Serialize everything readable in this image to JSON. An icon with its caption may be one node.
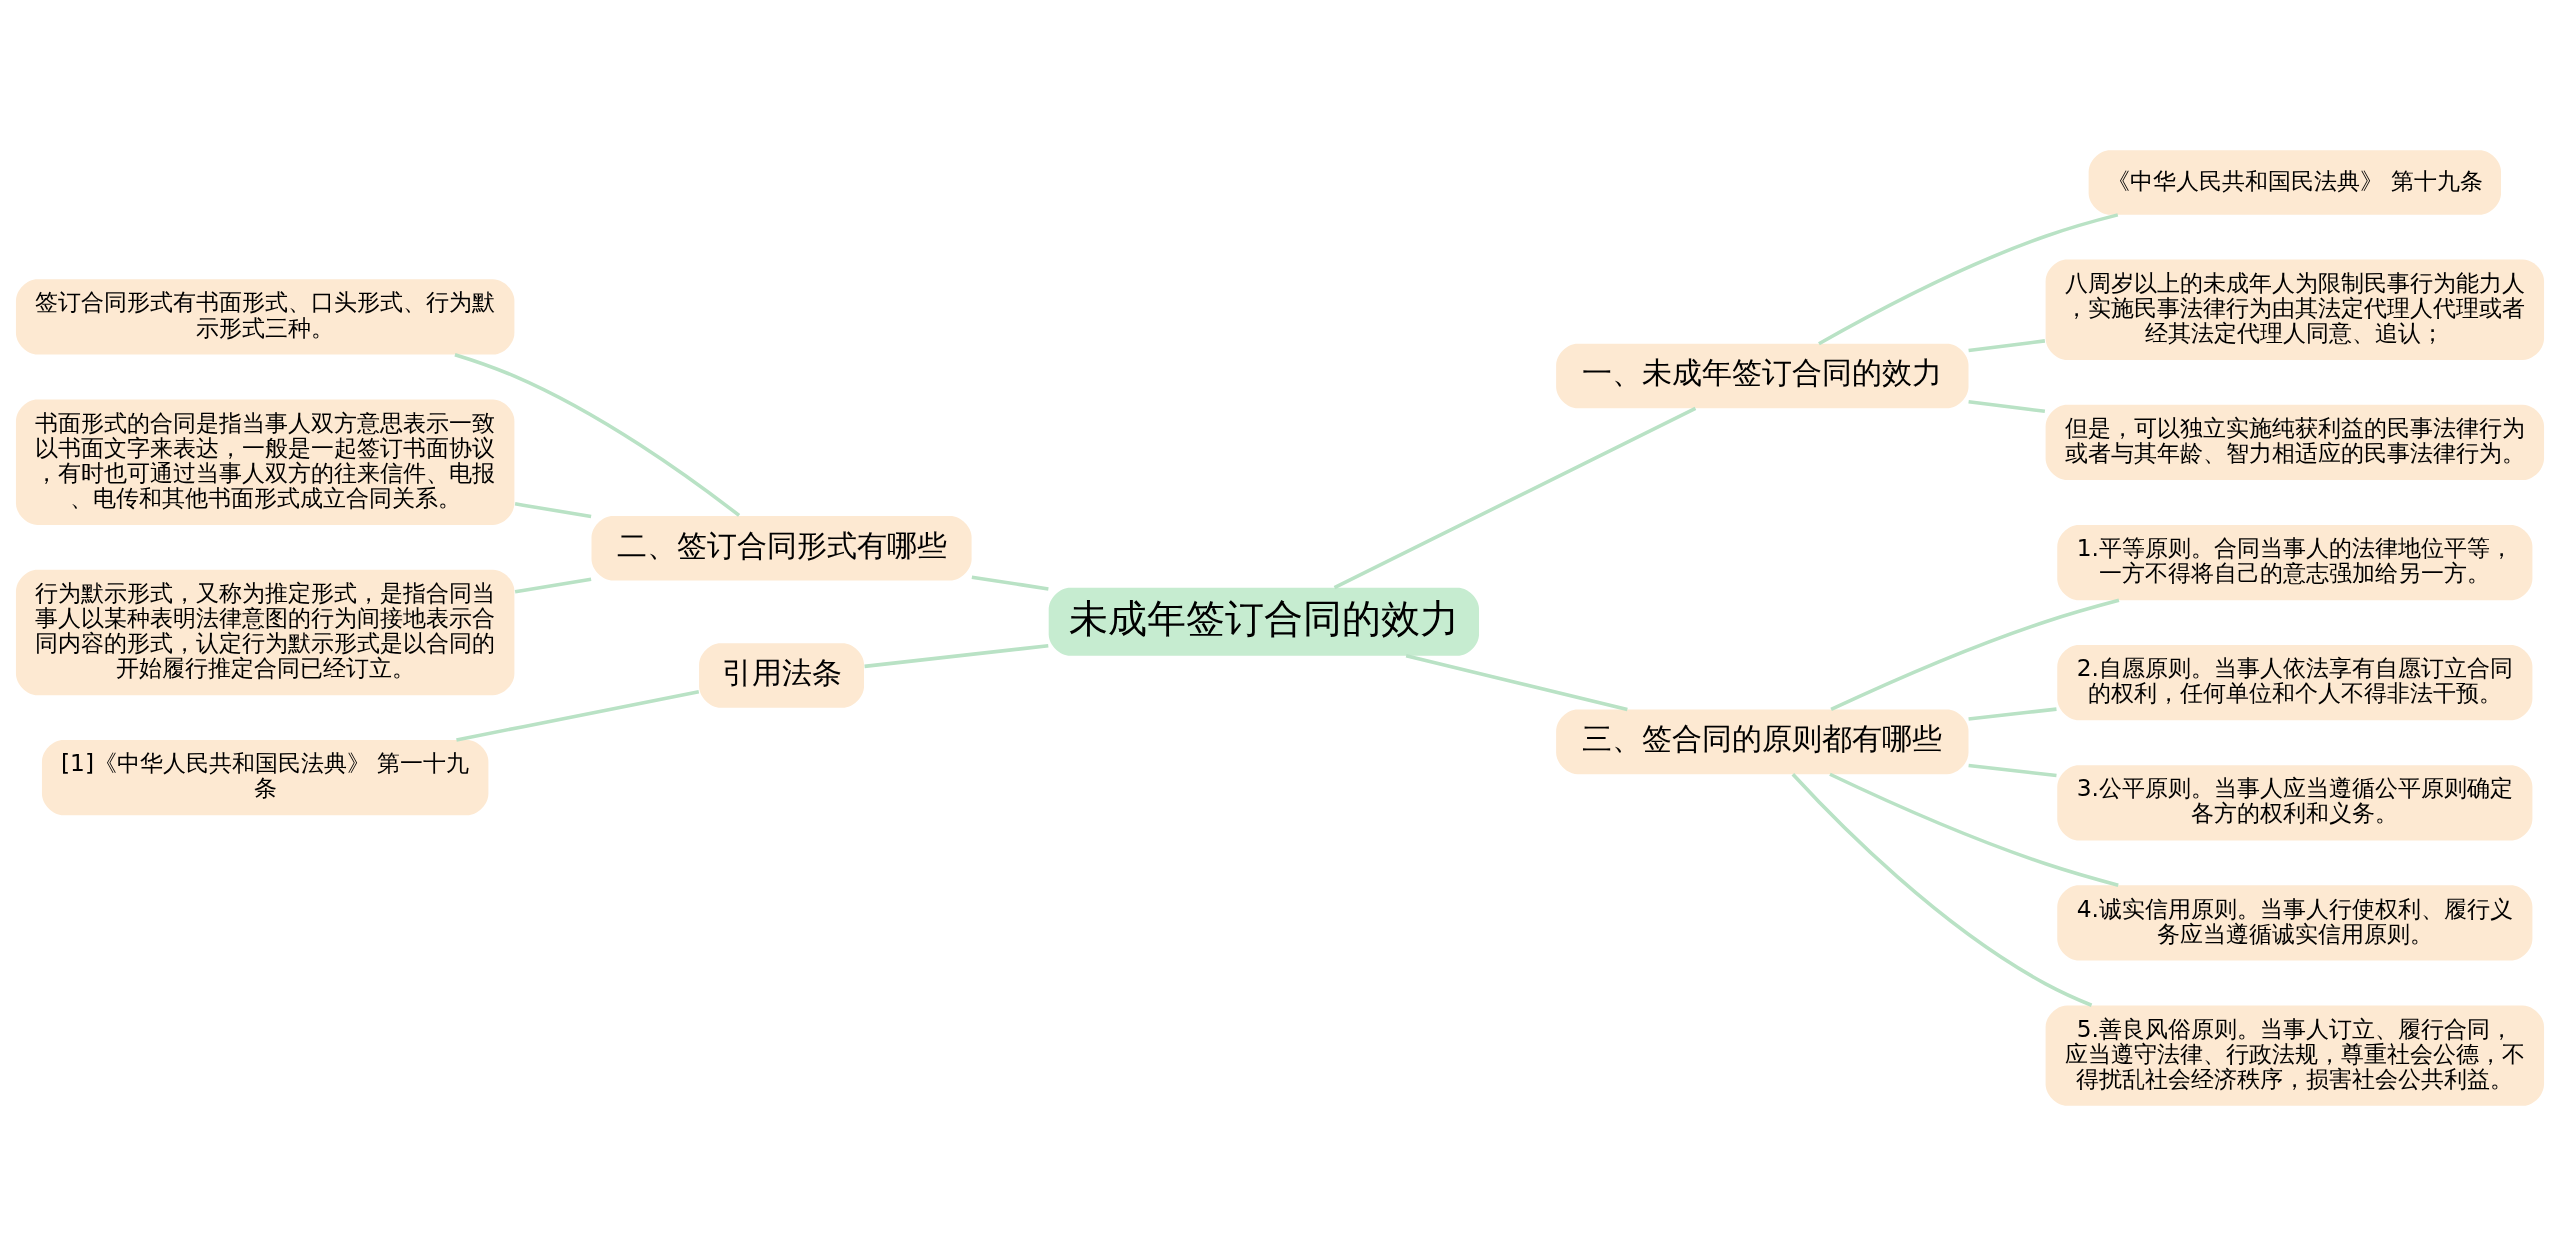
{
  "diagram": {
    "nodes": [
      {
        "text": [
          "未成年签订合同的效力"
        ]
      },
      {
        "text": [
          "二、签订合同形式有哪些"
        ]
      },
      {
        "text": [
          "签订合同形式有书面形式、口头形式、行为默示形式三种。"
        ]
      },
      {
        "text": [
          "书面形式的合同是指当事人双方意思表示一致以书面文字来表达，一般是一起签订书面协议，有时也可通过当事人双方的往来信件、电报、电传和其他书面形式成立合同关系。"
        ]
      },
      {
        "text": [
          "行为默示形式，又称为推定形式，是指合同当事人以某种表明法律意图的行为间接地表示合同内容的形式，认定行为默示形式是以合同的开始履行推定合同已经订立。"
        ]
      },
      {
        "text": [
          "引用法条"
        ]
      },
      {
        "text": [
          "[1]《中华人民共和国民法典》 第一十九条"
        ]
      },
      {
        "text": [
          "一、未成年签订合同的效力"
        ]
      },
      {
        "text": [
          "《中华人民共和国民法典》 第十九条"
        ]
      },
      {
        "text": [
          "八周岁以上的未成年人为限制民事行为能力人，实施民事法律行为由其法定代理人代理或者经其法定代理人同意、追认；"
        ]
      },
      {
        "text": [
          "但是，可以独立实施纯获利益的民事法律行为或者与其年龄、智力相适应的民事法律行为。"
        ]
      },
      {
        "text": [
          "三、签合同的原则都有哪些"
        ]
      },
      {
        "text": [
          "1.平等原则。合同当事人的法律地位平等，一方不得将自己的意志强加给另一方。"
        ]
      },
      {
        "text": [
          "2.自愿原则。当事人依法享有自愿订立合同的权利，任何单位和个人不得非法干预。"
        ]
      },
      {
        "text": [
          "3.公平原则。当事人应当遵循公平原则确定各方的权利和义务。"
        ]
      },
      {
        "text": [
          "4.诚实信用原则。当事人行使权利、履行义务应当遵循诚实信用原则。"
        ]
      },
      {
        "text": [
          "5.善良风俗原则。当事人订立、履行合同，应当遵守法律、行政法规，尊重社会公德，不得扰乱社会经济秩序，损害社会公共利益。"
        ]
      }
    ],
    "edges": [
      {
        "from": 0,
        "to": 1,
        "arrow": "none"
      },
      {
        "from": 1,
        "to": 2,
        "arrow": "none"
      },
      {
        "from": 1,
        "to": 3,
        "arrow": "none"
      },
      {
        "from": 1,
        "to": 4,
        "arrow": "none"
      },
      {
        "from": 0,
        "to": 5,
        "arrow": "none"
      },
      {
        "from": 5,
        "to": 6,
        "arrow": "none"
      },
      {
        "from": 0,
        "to": 7,
        "arrow": "none"
      },
      {
        "from": 7,
        "to": 8,
        "arrow": "none"
      },
      {
        "from": 7,
        "to": 9,
        "arrow": "none"
      },
      {
        "from": 7,
        "to": 10,
        "arrow": "none"
      },
      {
        "from": 0,
        "to": 11,
        "arrow": "none"
      },
      {
        "from": 11,
        "to": 12,
        "arrow": "none"
      },
      {
        "from": 11,
        "to": 13,
        "arrow": "none"
      },
      {
        "from": 11,
        "to": 14,
        "arrow": "none"
      },
      {
        "from": 11,
        "to": 15,
        "arrow": "none"
      },
      {
        "from": 11,
        "to": 16,
        "arrow": "none"
      }
    ]
  }
}
